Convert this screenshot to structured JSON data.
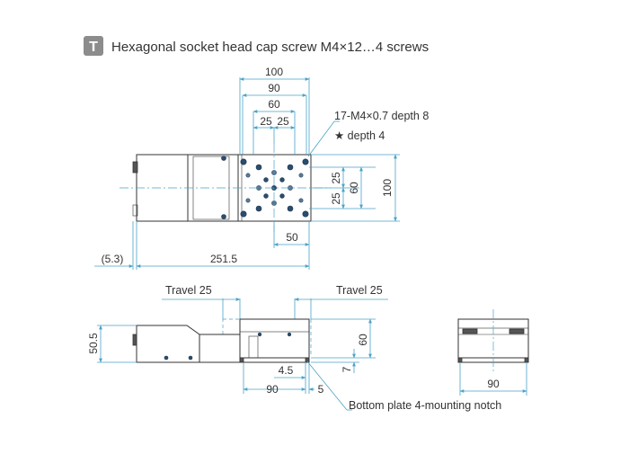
{
  "header": {
    "icon": "screw-type-icon",
    "icon_glyph": "T",
    "icon_color": "#8c8c8c",
    "title": "Hexagonal socket head cap screw M4×12…4 screws"
  },
  "colors": {
    "dimension_line": "#4aa3c8",
    "outline": "#333333",
    "holes": "#2a4d6e"
  },
  "top_view": {
    "dims_top": [
      "100",
      "90",
      "60",
      "25",
      "25"
    ],
    "dims_right": [
      "25",
      "25",
      "60",
      "100"
    ],
    "dim_inner_bottom": "50",
    "dim_left_offset": "(5.3)",
    "dim_total_length": "251.5",
    "callout_tap": "17-M4×0.7 depth 8",
    "callout_star": "★ depth 4"
  },
  "side_view": {
    "travel_left": "Travel 25",
    "travel_right": "Travel 25",
    "height_total": "50.5",
    "height_table": "60",
    "dim_7": "7",
    "dim_4_5": "4.5",
    "dim_90": "90",
    "dim_5": "5",
    "notch_label": "Bottom plate 4-mounting notch"
  },
  "end_view": {
    "width": "90"
  }
}
